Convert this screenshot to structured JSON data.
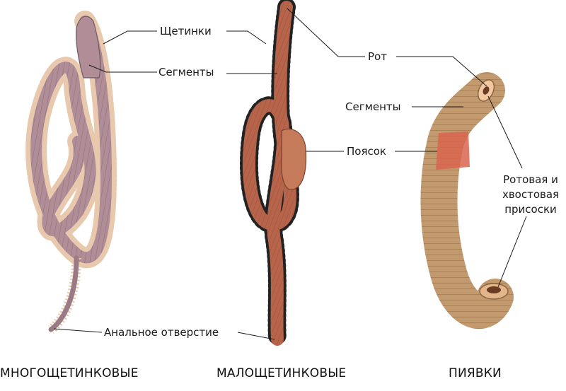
{
  "labels": {
    "bristles": "Щетинки",
    "segments_left": "Сегменты",
    "anus": "Анальное отверстие",
    "mouth": "Рот",
    "segments_right": "Сегменты",
    "clitellum": "Поясок",
    "suckers_line1": "Ротовая и",
    "suckers_line2": "хвостовая",
    "suckers_line3": "присоски"
  },
  "captions": {
    "polychaetes": "МНОГОЩЕТИНКОВЫЕ",
    "oligochaetes": "МАЛОЩЕТИНКОВЫЕ",
    "leeches": "ПИЯВКИ"
  },
  "colors": {
    "polychaete_body": "#b08d97",
    "polychaete_parapodia": "#e9c9ae",
    "oligochaete_body": "#b8644a",
    "clitellum": "#c57a5a",
    "leech_body": "#c29a6e",
    "leech_girdle": "#d9654f",
    "bristle": "#1a1a1a",
    "leader_line": "#1a1a1a"
  }
}
